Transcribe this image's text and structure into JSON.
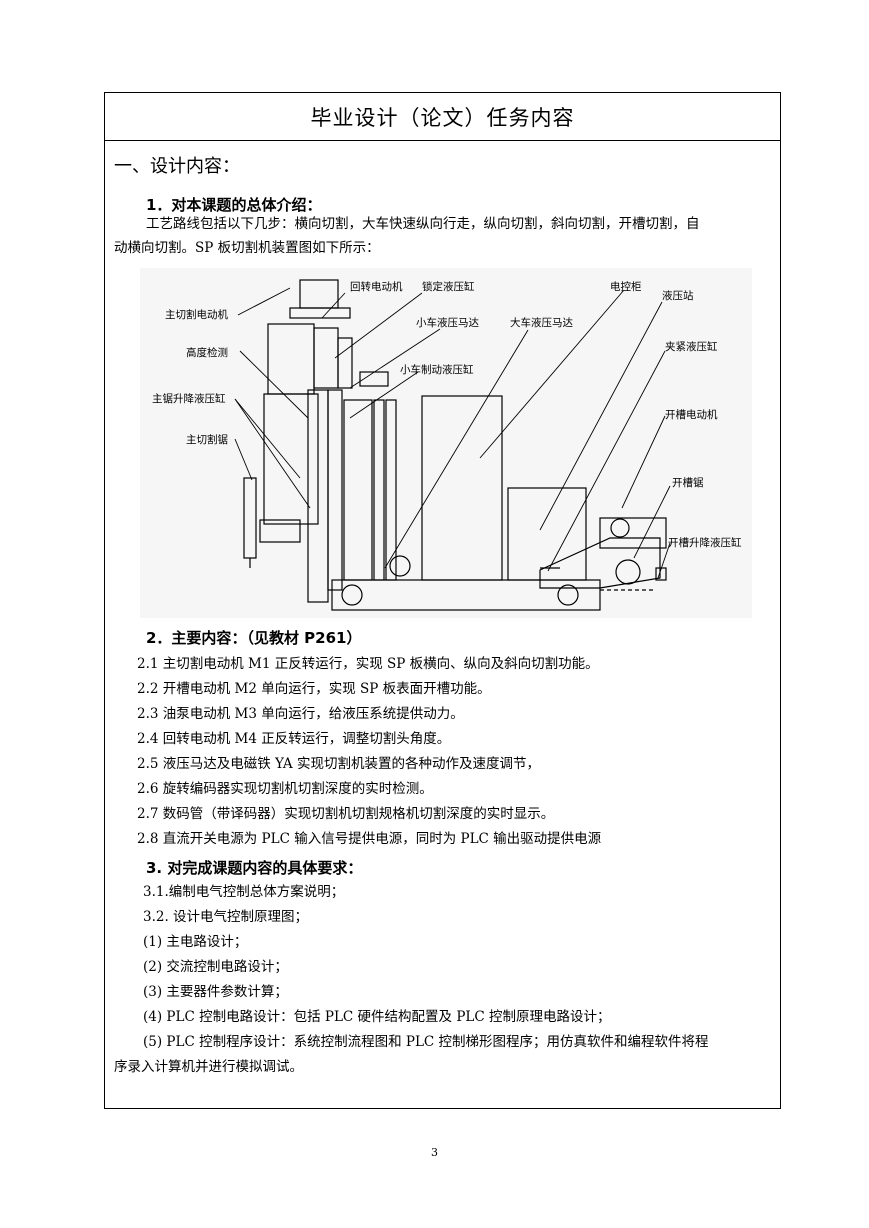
{
  "title": "毕业设计（论文）任务内容",
  "section1": "一、设计内容：",
  "sub1": {
    "heading": "1．对本课题的总体介绍：",
    "line1": "工艺路线包括以下几步：横向切割，大车快速纵向行走，纵向切割，斜向切割，开槽切割，自",
    "line2": "动横向切割。SP 板切割机装置图如下所示："
  },
  "diagram_labels": {
    "main_cut_motor": "主切割电动机",
    "rotary_motor": "回转电动机",
    "lock_cyl": "锁定液压缸",
    "cabinet": "电控柜",
    "hyd_station": "液压站",
    "cart_motor": "小车液压马达",
    "truck_motor": "大车液压马达",
    "height_detect": "高度检测",
    "clamp_cyl": "夹紧液压缸",
    "cart_brake": "小车制动液压缸",
    "saw_lift": "主锯升降液压缸",
    "groove_motor": "开槽电动机",
    "main_saw": "主切割锯",
    "groove_saw": "开槽锯",
    "groove_lift": "开槽升降液压缸"
  },
  "sub2": {
    "heading": "2．主要内容：（见教材 P261）",
    "items": [
      "2.1 主切割电动机 M1 正反转运行，实现 SP 板横向、纵向及斜向切割功能。",
      "2.2 开槽电动机 M2 单向运行，实现 SP 板表面开槽功能。",
      "2.3 油泵电动机 M3 单向运行，给液压系统提供动力。",
      "2.4 回转电动机 M4 正反转运行，调整切割头角度。",
      "2.5 液压马达及电磁铁 YA 实现切割机装置的各种动作及速度调节，",
      "2.6 旋转编码器实现切割机切割深度的实时检测。",
      "2.7 数码管（带译码器）实现切割机切割规格机切割深度的实时显示。",
      "2.8 直流开关电源为 PLC 输入信号提供电源，同时为 PLC 输出驱动提供电源"
    ]
  },
  "sub3": {
    "heading": "3. 对完成课题内容的具体要求：",
    "items": [
      "3.1.编制电气控制总体方案说明；",
      "3.2.  设计电气控制原理图；",
      "(1)  主电路设计；",
      "(2)  交流控制电路设计；",
      "(3)  主要器件参数计算；",
      "(4)  PLC 控制电路设计：包括 PLC 硬件结构配置及 PLC 控制原理电路设计；",
      "(5)  PLC 控制程序设计：系统控制流程图和 PLC 控制梯形图程序；用仿真软件和编程软件将程",
      "序录入计算机并进行模拟调试。"
    ]
  },
  "page_number": "3"
}
